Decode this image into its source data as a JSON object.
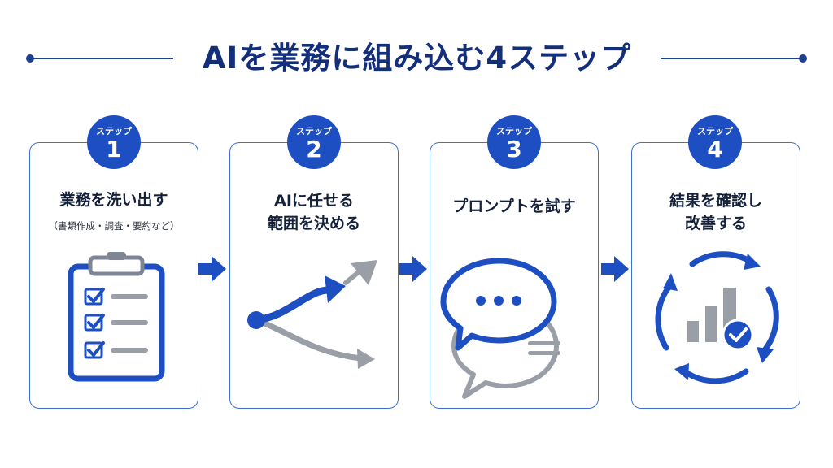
{
  "header": {
    "title": "AIを業務に組み込む4ステップ"
  },
  "colors": {
    "primary": "#1d4fc2",
    "navy": "#142f7a",
    "gray": "#9a9ea6",
    "card_border": "#3e6fd0"
  },
  "steps": [
    {
      "badge_label": "ステップ",
      "number": "1",
      "title": "業務を洗い出す",
      "subtitle": "（書類作成・調査・要約など）",
      "icon": "clipboard-checklist-icon"
    },
    {
      "badge_label": "ステップ",
      "number": "2",
      "title": "AIに任せる\n範囲を決める",
      "icon": "branching-arrows-icon"
    },
    {
      "badge_label": "ステップ",
      "number": "3",
      "title": "プロンプトを試す",
      "icon": "chat-bubbles-icon"
    },
    {
      "badge_label": "ステップ",
      "number": "4",
      "title": "結果を確認し\n改善する",
      "icon": "improvement-cycle-icon"
    }
  ],
  "connector_icon": "right-arrow-icon"
}
